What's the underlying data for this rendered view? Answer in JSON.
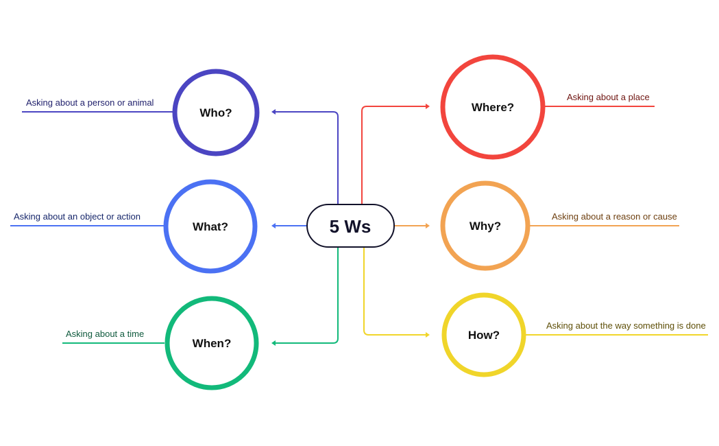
{
  "center": {
    "label": "5 Ws"
  },
  "branches": {
    "who": {
      "label": "Who?",
      "description": "Asking about a person or animal",
      "color": "#4b45c2",
      "text_color": "#1f1f6b"
    },
    "what": {
      "label": "What?",
      "description": "Asking about an object or action",
      "color": "#4b71f3",
      "text_color": "#17276b"
    },
    "when": {
      "label": "When?",
      "description": "Asking about a time",
      "color": "#12b97a",
      "text_color": "#0f5a3d"
    },
    "where": {
      "label": "Where?",
      "description": "Asking about a place",
      "color": "#f2453d",
      "text_color": "#6e1410"
    },
    "why": {
      "label": "Why?",
      "description": "Asking about a reason or cause",
      "color": "#f2a352",
      "text_color": "#6e4011"
    },
    "how": {
      "label": "How?",
      "description": "Asking about the way something is done",
      "color": "#f0d52a",
      "text_color": "#5e4f08"
    }
  }
}
